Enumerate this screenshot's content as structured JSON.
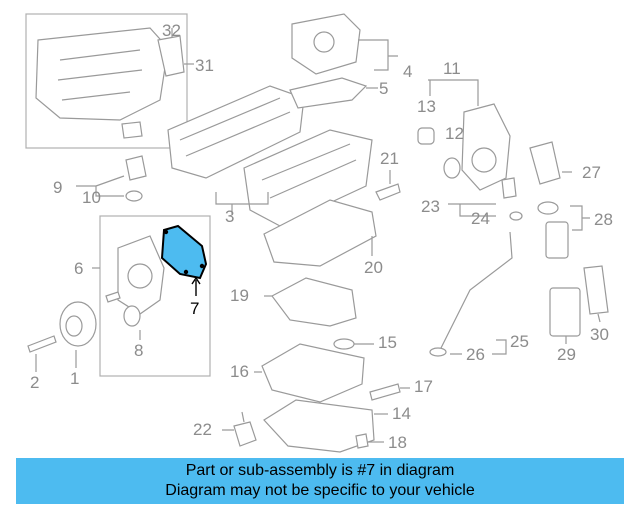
{
  "callouts": {
    "c1": "1",
    "c2": "2",
    "c3": "3",
    "c4": "4",
    "c5": "5",
    "c6": "6",
    "c7": "7",
    "c8": "8",
    "c9": "9",
    "c10": "10",
    "c11": "11",
    "c12": "12",
    "c13": "13",
    "c14": "14",
    "c15": "15",
    "c16": "16",
    "c17": "17",
    "c18": "18",
    "c19": "19",
    "c20": "20",
    "c21": "21",
    "c22": "22",
    "c23": "23",
    "c24": "24",
    "c25": "25",
    "c26": "26",
    "c27": "27",
    "c28": "28",
    "c29": "29",
    "c30": "30",
    "c31": "31",
    "c32": "32"
  },
  "highlight": {
    "part": "7",
    "color": "#4dbbf0"
  },
  "banner": {
    "line1": "Part or sub-assembly is #7 in diagram",
    "line2": "Diagram may not be specific to your vehicle"
  }
}
